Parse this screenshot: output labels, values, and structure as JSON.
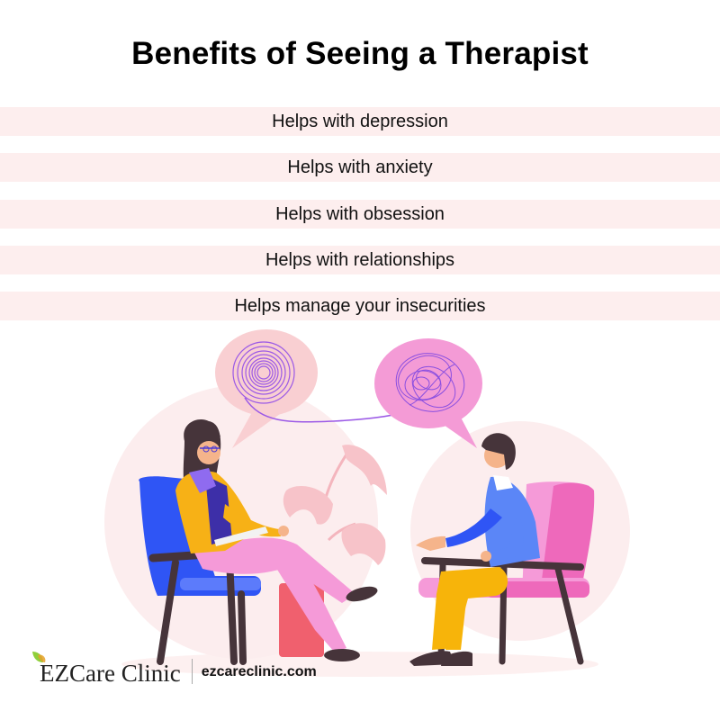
{
  "title": "Benefits of Seeing a Therapist",
  "benefits": [
    {
      "label": "Helps with depression"
    },
    {
      "label": "Helps with anxiety"
    },
    {
      "label": "Helps with obsession"
    },
    {
      "label": "Helps with relationships"
    },
    {
      "label": "Helps manage your insecurities"
    }
  ],
  "illustration": {
    "description": "Therapist with notepad in blue armchair talking to client in pink armchair; speech bubbles with calm spiral and tangled scribble connected by a line",
    "colors": {
      "band": "#fdeeee",
      "bg_circle": "#fcedee",
      "bubble_left": "#f9cfd2",
      "bubble_right": "#f49bd6",
      "scribble": "#9b59e6",
      "chair_blue": "#2f55f5",
      "chair_pink": "#ee69bb",
      "jacket": "#f7b116",
      "pants_pink": "#f59ad8",
      "sweater": "#5b86f7",
      "pants_yellow": "#f7b40a",
      "wood": "#46343a",
      "plant": "#f7c3c9",
      "stool": "#f0606e"
    }
  },
  "footer": {
    "brand": "EZCare Clinic",
    "website": "ezcareclinic.com"
  }
}
